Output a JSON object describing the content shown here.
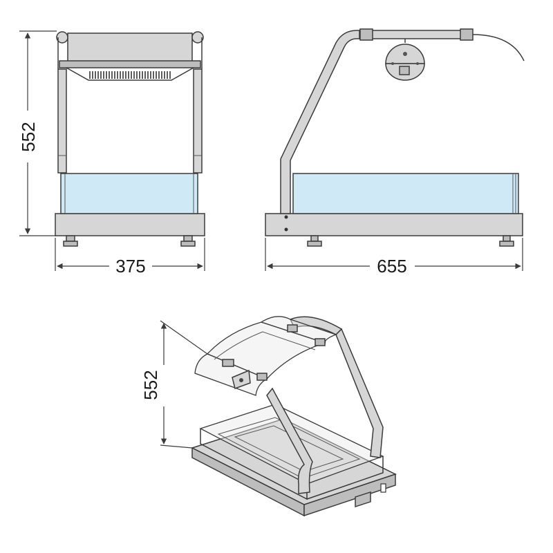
{
  "dimensions": {
    "front_height": "552",
    "front_width": "375",
    "side_depth": "655",
    "iso_height": "552"
  },
  "colors": {
    "glass": "#cfe9f7",
    "metal": "#d6d6d6",
    "line": "#3a3a3a"
  }
}
